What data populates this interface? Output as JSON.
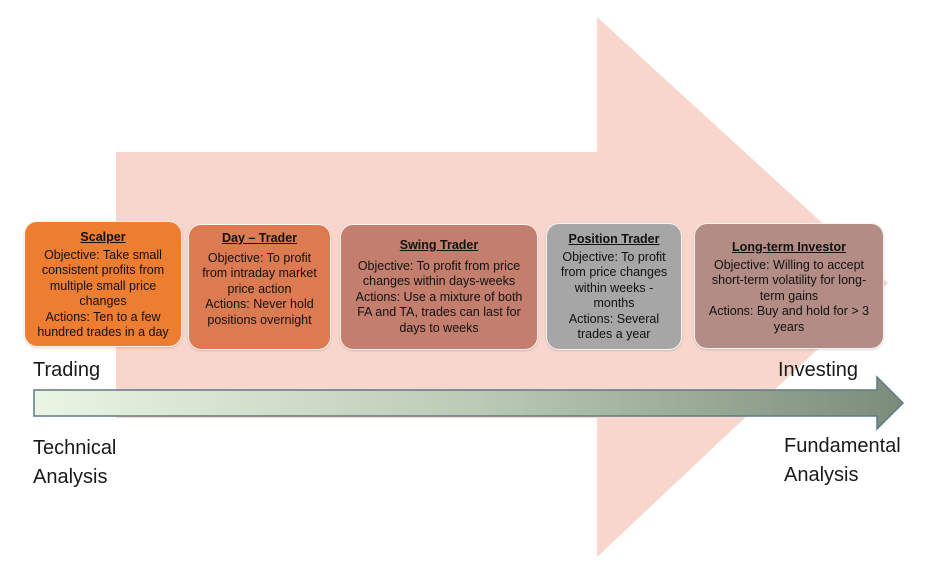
{
  "colors": {
    "background_arrow": "#f8d6cb",
    "scalper": "#ed7d31",
    "day_trader": "#dc7a52",
    "swing_trader": "#c37e6d",
    "position_trader": "#a6a6a6",
    "longterm_investor": "#b48c86",
    "spectrum_start": "#eaf5e4",
    "spectrum_end": "#7b8c7b"
  },
  "cards": {
    "scalper": {
      "title": "Scalper",
      "lines": [
        "Objective: Take small",
        "consistent profits from",
        "multiple small price",
        "changes",
        "Actions:  Ten to a few",
        "hundred trades in a day"
      ]
    },
    "day_trader": {
      "title": "Day – Trader",
      "lines": [
        "Objective: To profit",
        "from intraday market",
        "price action",
        "Actions: Never hold",
        "positions overnight"
      ]
    },
    "swing_trader": {
      "title": "Swing Trader",
      "lines": [
        "Objective: To profit from price",
        "changes within days-weeks",
        "Actions: Use a mixture of both",
        "FA and TA,  trades can last for",
        "days to weeks"
      ]
    },
    "position_trader": {
      "title": "Position Trader",
      "lines": [
        "Objective: To profit",
        "from price changes",
        "within weeks -",
        "months",
        "Actions: Several",
        "trades a year"
      ]
    },
    "longterm_investor": {
      "title": "Long-term Investor",
      "lines": [
        "Objective:  Willing to accept",
        "short-term volatility for long-",
        "term gains",
        "Actions: Buy and hold for > 3",
        "years"
      ]
    }
  },
  "labels": {
    "trading": "Trading",
    "investing": "Investing",
    "technical_line1": "Technical",
    "technical_line2": "Analysis",
    "fundamental_line1": "Fundamental",
    "fundamental_line2": "Analysis"
  }
}
